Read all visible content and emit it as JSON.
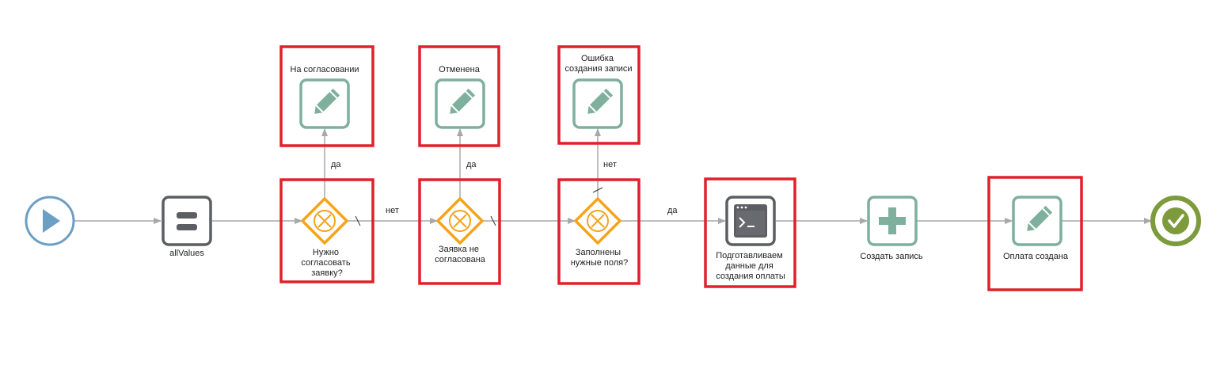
{
  "colors": {
    "highlight": "#e0202a",
    "edge": "#a8a8a8",
    "task": "#7faf9d",
    "gateway": "#f5a319",
    "start": "#6c9fc4",
    "end": "#7d9a3c",
    "script": "#5b5e62",
    "label": "#222222"
  },
  "nodes": {
    "start": {
      "icon": "play-icon"
    },
    "all_values": {
      "label": "allValues",
      "icon": "equals-icon"
    },
    "gw_need_approval": {
      "lines": [
        "Нужно",
        "согласовать",
        "заявку?"
      ],
      "icon": "close-x-icon"
    },
    "gw_not_approved": {
      "lines": [
        "Заявка не",
        "согласована"
      ],
      "icon": "close-x-icon"
    },
    "gw_fields_filled": {
      "lines": [
        "Заполнены",
        "нужные поля?"
      ],
      "icon": "close-x-icon"
    },
    "task_on_approval": {
      "lines": [
        "На согласовании"
      ],
      "icon": "pencil-icon"
    },
    "task_cancelled": {
      "lines": [
        "Отменена"
      ],
      "icon": "pencil-icon"
    },
    "task_create_error": {
      "lines": [
        "Ошибка",
        "создания записи"
      ],
      "icon": "pencil-icon"
    },
    "script_prepare": {
      "lines": [
        "Подготавливаем",
        "данные для",
        "создания оплаты"
      ],
      "icon": "terminal-icon"
    },
    "task_create_record": {
      "label": "Создать запись",
      "icon": "plus-icon"
    },
    "task_payment_created": {
      "label": "Оплата создана",
      "icon": "pencil-icon"
    },
    "end": {
      "icon": "checkmark-icon"
    }
  },
  "edges": {
    "yes_1": "да",
    "no_1": "нет",
    "yes_2": "да",
    "no_2": "нет",
    "yes_3": "да"
  }
}
